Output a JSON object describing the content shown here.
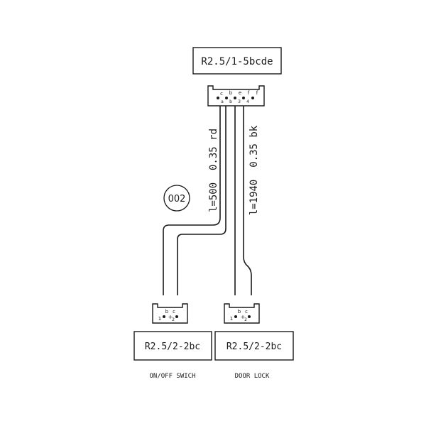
{
  "top_connector": {
    "label": "R2.5/1-5bcde",
    "pins_top": [
      "c",
      "b",
      "e",
      "f",
      "f"
    ],
    "pins_bottom": [
      "a",
      "b",
      "3",
      "4"
    ]
  },
  "cable_left": {
    "spec": "l=500  0.35 rd"
  },
  "cable_right": {
    "spec": "l=1940  0.35 bk"
  },
  "badge": {
    "text": "002"
  },
  "left_connector": {
    "label": "R2.5/2-2bc",
    "pin_1": "1",
    "pin_b": "b",
    "pin_c": "c",
    "pin_plus": "+",
    "pin_2": "2",
    "caption": "ON/OFF SWICH"
  },
  "right_connector": {
    "label": "R2.5/2-2bc",
    "pin_1": "1",
    "pin_b": "b",
    "pin_c": "c",
    "pin_plus": "+",
    "pin_2": "2",
    "caption": "DOOR LOCK"
  },
  "colors": {
    "ink": "#1a1a1a",
    "background": "#ffffff"
  }
}
